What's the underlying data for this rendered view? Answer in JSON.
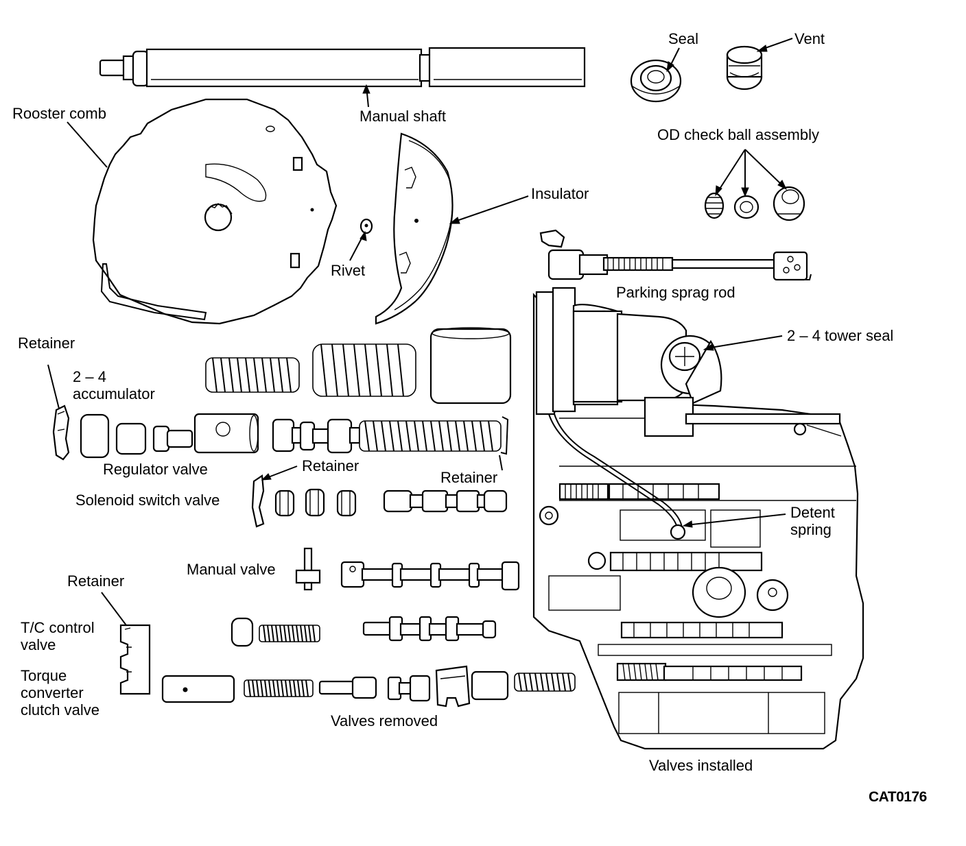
{
  "labels": {
    "seal": "Seal",
    "vent": "Vent",
    "rooster_comb": "Rooster comb",
    "manual_shaft": "Manual shaft",
    "od_check_ball": "OD check ball assembly",
    "insulator": "Insulator",
    "rivet": "Rivet",
    "parking_sprag_rod": "Parking sprag rod",
    "retainer_top": "Retainer",
    "accumulator_line1": "2 – 4",
    "accumulator_line2": "accumulator",
    "tower_seal": "2 – 4 tower seal",
    "regulator_valve": "Regulator valve",
    "retainer_mid": "Retainer",
    "retainer_right": "Retainer",
    "solenoid_switch_valve": "Solenoid switch valve",
    "detent_spring_line1": "Detent",
    "detent_spring_line2": "spring",
    "manual_valve": "Manual valve",
    "retainer_bottom": "Retainer",
    "tc_control_line1": "T/C control",
    "tc_control_line2": "valve",
    "torque_line1": "Torque",
    "torque_line2": "converter",
    "torque_line3": "clutch valve",
    "valves_removed": "Valves removed",
    "valves_installed": "Valves installed",
    "figure_code": "CAT0176"
  }
}
